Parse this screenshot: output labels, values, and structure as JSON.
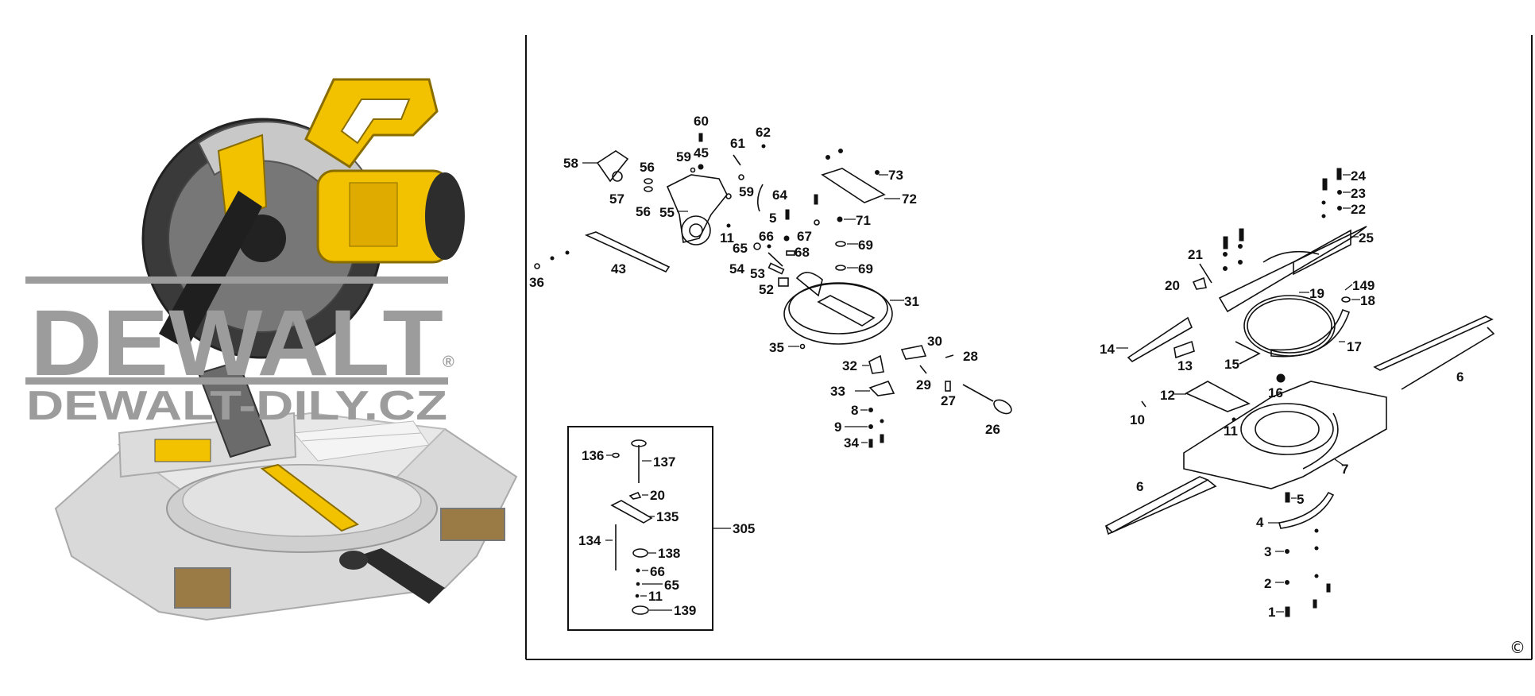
{
  "watermark": {
    "brand": "DEWALT",
    "reg": "®",
    "site": "DEWALT-DILY.CZ"
  },
  "copyright": "©",
  "labels": {
    "l1": "1",
    "l2": "2",
    "l3": "3",
    "l4": "4",
    "l5a": "5",
    "l5b": "5",
    "l6a": "6",
    "l6b": "6",
    "l7": "7",
    "l8": "8",
    "l9": "9",
    "l10": "10",
    "l11a": "11",
    "l11b": "11",
    "l11c": "11",
    "l12": "12",
    "l13": "13",
    "l14": "14",
    "l15": "15",
    "l16": "16",
    "l17": "17",
    "l18": "18",
    "l19": "19",
    "l20a": "20",
    "l20b": "20",
    "l21": "21",
    "l22": "22",
    "l23": "23",
    "l24": "24",
    "l25": "25",
    "l26": "26",
    "l27": "27",
    "l28": "28",
    "l29": "29",
    "l30": "30",
    "l31": "31",
    "l32": "32",
    "l33": "33",
    "l34": "34",
    "l35": "35",
    "l36": "36",
    "l43": "43",
    "l45": "45",
    "l52": "52",
    "l53": "53",
    "l54": "54",
    "l55": "55",
    "l56a": "56",
    "l56b": "56",
    "l57": "57",
    "l58": "58",
    "l59a": "59",
    "l59b": "59",
    "l60": "60",
    "l61": "61",
    "l62": "62",
    "l64": "64",
    "l65a": "65",
    "l65b": "65",
    "l66a": "66",
    "l66b": "66",
    "l67": "67",
    "l68": "68",
    "l69a": "69",
    "l69b": "69",
    "l71": "71",
    "l72": "72",
    "l73": "73",
    "l134": "134",
    "l135": "135",
    "l136": "136",
    "l137": "137",
    "l138": "138",
    "l139": "139",
    "l149": "149",
    "l305": "305"
  }
}
